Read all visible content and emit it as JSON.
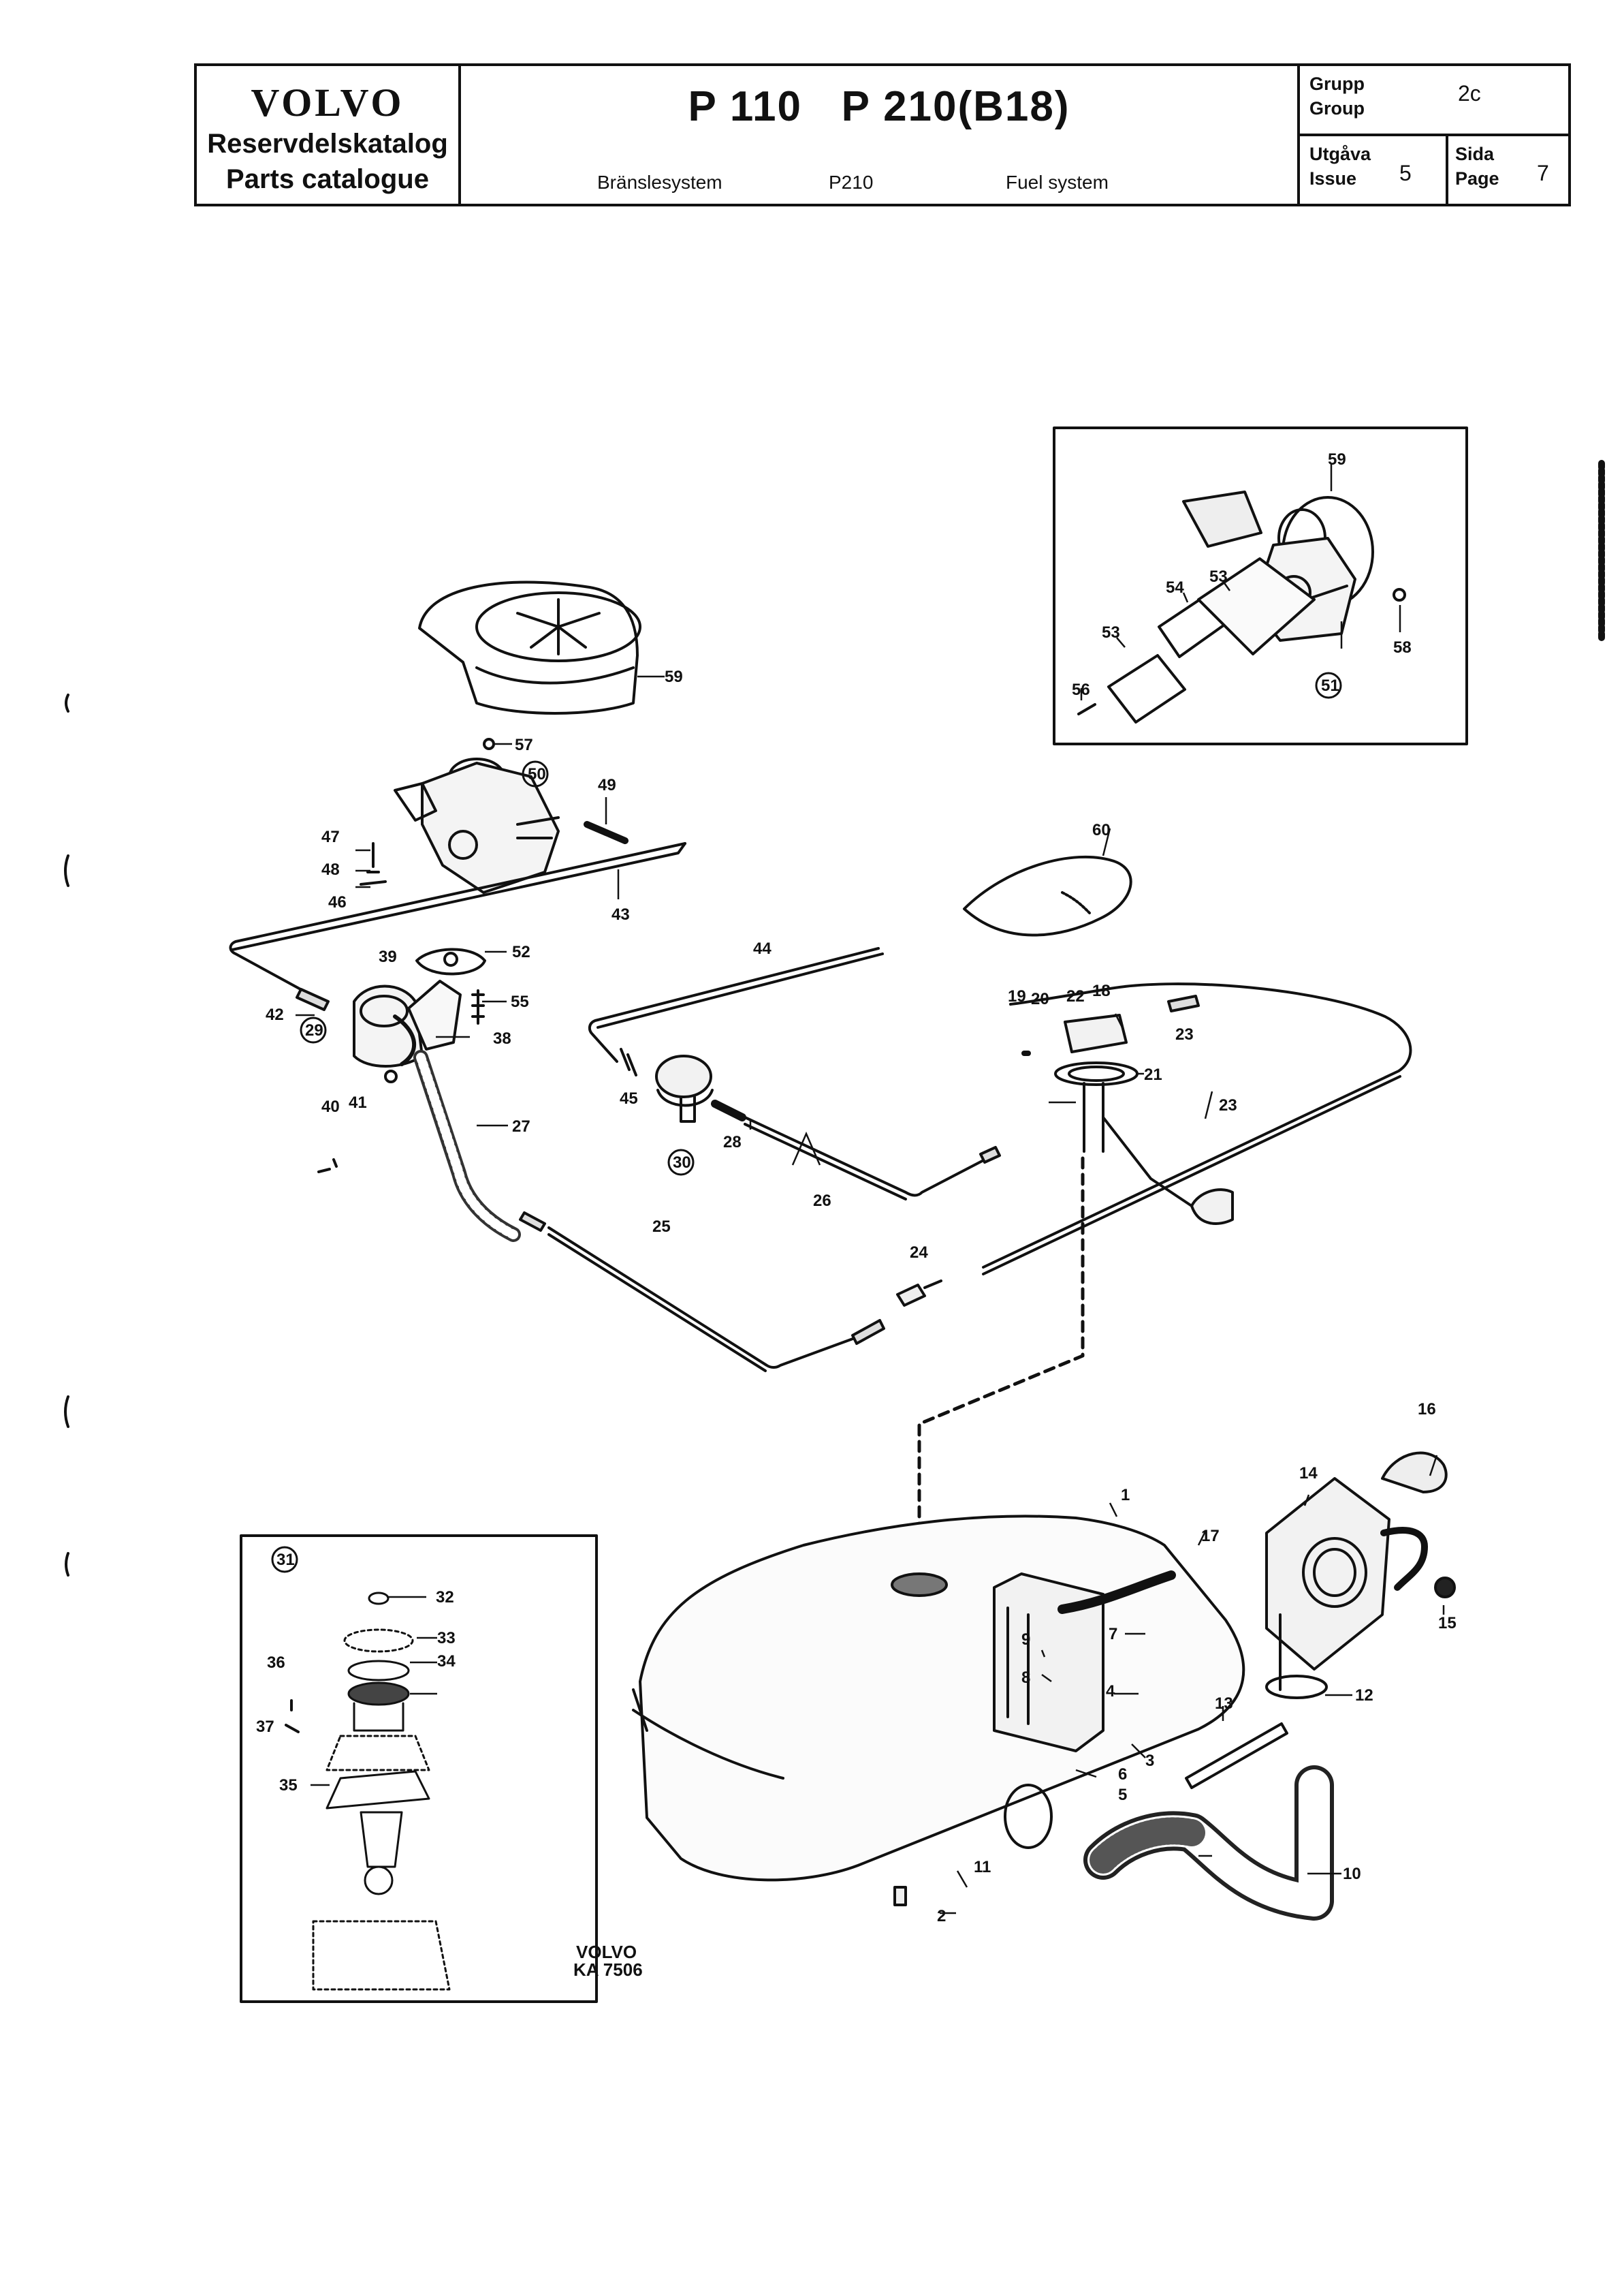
{
  "header": {
    "brand": "VOLVO",
    "catalog_sv": "Reservdelskatalog",
    "catalog_en": "Parts catalogue",
    "models": "P 110   P 210(B18)",
    "section_sv": "Bränslesystem",
    "section_model": "P210",
    "section_en": "Fuel system",
    "group_label_sv": "Grupp",
    "group_label_en": "Group",
    "group_value": "2c",
    "issue_label_sv": "Utgåva",
    "issue_label_en": "Issue",
    "issue_value": "5",
    "page_label_sv": "Sida",
    "page_label_en": "Page",
    "page_value": "7"
  },
  "footer": {
    "brand": "VOLVO",
    "code": "KA 7506"
  },
  "callouts": {
    "n1": "1",
    "n2": "2",
    "n3": "3",
    "n4": "4",
    "n5": "5",
    "n6": "6",
    "n7": "7",
    "n8": "8",
    "n9": "9",
    "n10": "10",
    "n11": "11",
    "n12": "12",
    "n13": "13",
    "n14": "14",
    "n15": "15",
    "n16": "16",
    "n17": "17",
    "n18": "18",
    "n19": "19",
    "n20": "20",
    "n21": "21",
    "n22": "22",
    "n23a": "23",
    "n23b": "23",
    "n24": "24",
    "n25": "25",
    "n26": "26",
    "n27": "27",
    "n28": "28",
    "n29": "29",
    "n30": "30",
    "n31": "31",
    "n32": "32",
    "n33": "33",
    "n34": "34",
    "n35": "35",
    "n36": "36",
    "n37": "37",
    "n38": "38",
    "n39": "39",
    "n40": "40",
    "n41": "41",
    "n42": "42",
    "n43": "43",
    "n44": "44",
    "n45": "45",
    "n46": "46",
    "n47": "47",
    "n48": "48",
    "n49": "49",
    "n50": "50",
    "n51": "51",
    "n52": "52",
    "n53a": "53",
    "n53b": "53",
    "n54": "54",
    "n55": "55",
    "n56": "56",
    "n57": "57",
    "n58": "58",
    "n59a": "59",
    "n59b": "59",
    "n60": "60"
  }
}
